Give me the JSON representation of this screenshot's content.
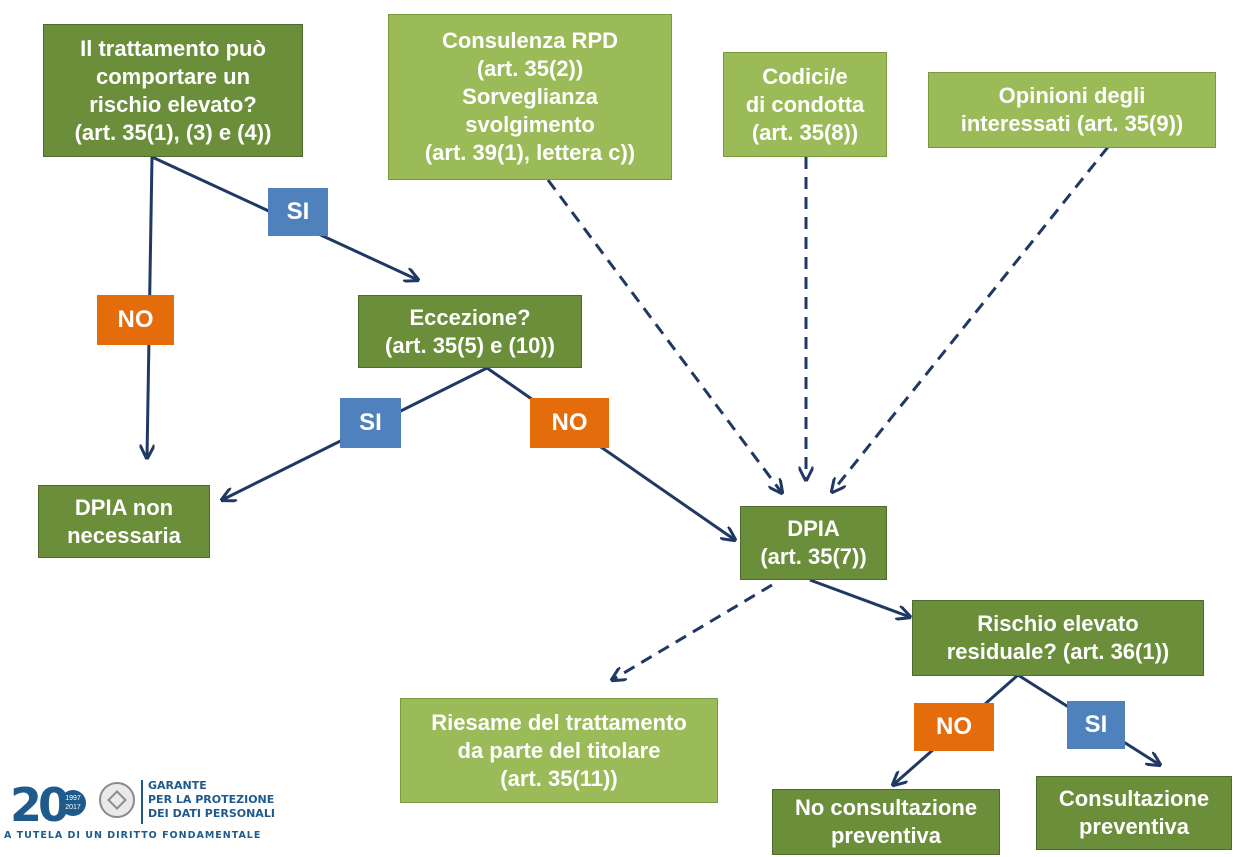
{
  "nodes": {
    "high_risk_question": [
      "Il trattamento può",
      "comportare un",
      "rischio elevato?",
      "(art. 35(1), (3) e (4))"
    ],
    "rpd_consultation": [
      "Consulenza RPD",
      "(art. 35(2))",
      "Sorveglianza",
      "svolgimento",
      "(art. 39(1), lettera c))"
    ],
    "codes_of_conduct": [
      "Codici/e",
      "di condotta",
      "(art. 35(8))"
    ],
    "data_subject_opinions": [
      "Opinioni degli",
      "interessati (art. 35(9))"
    ],
    "exception_question": [
      "Eccezione?",
      "(art. 35(5) e (10))"
    ],
    "dpia_not_needed": [
      "DPIA non",
      "necessaria"
    ],
    "dpia": [
      "DPIA",
      "(art. 35(7))"
    ],
    "residual_risk_question": [
      "Rischio elevato",
      "residuale? (art. 36(1))"
    ],
    "controller_review": [
      "Riesame del trattamento",
      "da parte del titolare",
      "(art. 35(11))"
    ],
    "no_prior_consultation": [
      "No consultazione",
      "preventiva"
    ],
    "prior_consultation": [
      "Consultazione",
      "preventiva"
    ]
  },
  "labels": {
    "yes_1": "SI",
    "no_1": "NO",
    "yes_2": "SI",
    "no_2": "NO",
    "no_3": "NO",
    "yes_3": "SI"
  },
  "logo": {
    "number": "20",
    "year_start": "1997",
    "year_end": "2017",
    "name": [
      "GARANTE",
      "PER LA PROTEZIONE",
      "DEI DATI PERSONALI"
    ],
    "motto": "A TUTELA DI UN DIRITTO FONDAMENTALE"
  },
  "colors": {
    "decision_box": "#6b8e3a",
    "input_box": "#9bbb59",
    "yes_tag": "#4f81bd",
    "no_tag": "#e46c0a",
    "connector": "#1f3864"
  }
}
